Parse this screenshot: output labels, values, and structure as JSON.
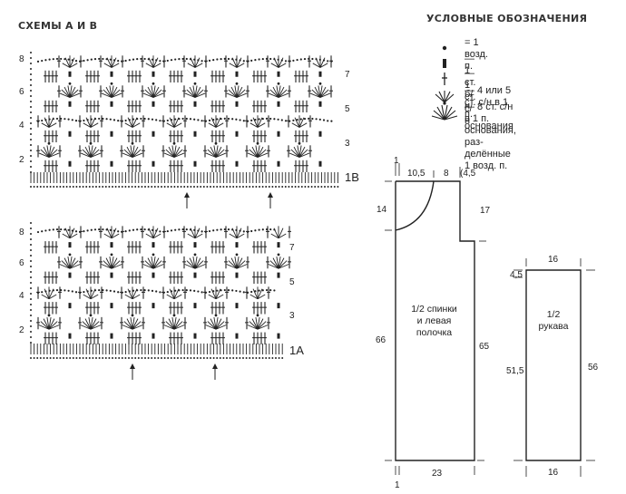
{
  "header": {
    "schemes_title": "СХЕМЫ А И В",
    "legend_title": "УСЛОВНЫЕ ОБОЗНАЧЕНИЯ"
  },
  "legend": [
    {
      "icon": "dot-chain-icon",
      "text": "= 1 возд. п."
    },
    {
      "icon": "single-crochet-icon",
      "text": "— 1 ст. б/н"
    },
    {
      "icon": "double-crochet-icon",
      "text": "— 1 ст. с/н"
    },
    {
      "icon": "fan-small-icon",
      "text": "— 4 или 5 ст. с/н в 1 п. основания"
    },
    {
      "icon": "fan-large-icon",
      "text": "— 8 ст. с/н в 1 п. основания, раз-",
      "text2": "делённые 1 возд. п."
    }
  ],
  "chart_b": {
    "label": "1В",
    "left_rows": [
      "8",
      "6",
      "4",
      "2"
    ],
    "right_rows": [
      "7",
      "5",
      "3"
    ]
  },
  "chart_a": {
    "label": "1А",
    "left_rows": [
      "8",
      "6",
      "4",
      "2"
    ],
    "right_rows": [
      "7",
      "5",
      "3"
    ]
  },
  "body_pattern": {
    "label_line1": "1/2 спинки",
    "label_line2": "и левая",
    "label_line3": "полочка",
    "top_left": "1",
    "top_width": "10,5",
    "top_neck": "8",
    "top_shoulder": "(4,5",
    "neck_depth": "14",
    "armhole": "17",
    "left_height": "66",
    "right_height": "65",
    "bottom_width": "23",
    "bottom_left": "1"
  },
  "sleeve_pattern": {
    "label_line1": "1/2",
    "label_line2": "рукава",
    "top_width": "16",
    "cap": "4,5",
    "left_height": "51,5",
    "right_height": "56",
    "bottom_width": "16"
  }
}
